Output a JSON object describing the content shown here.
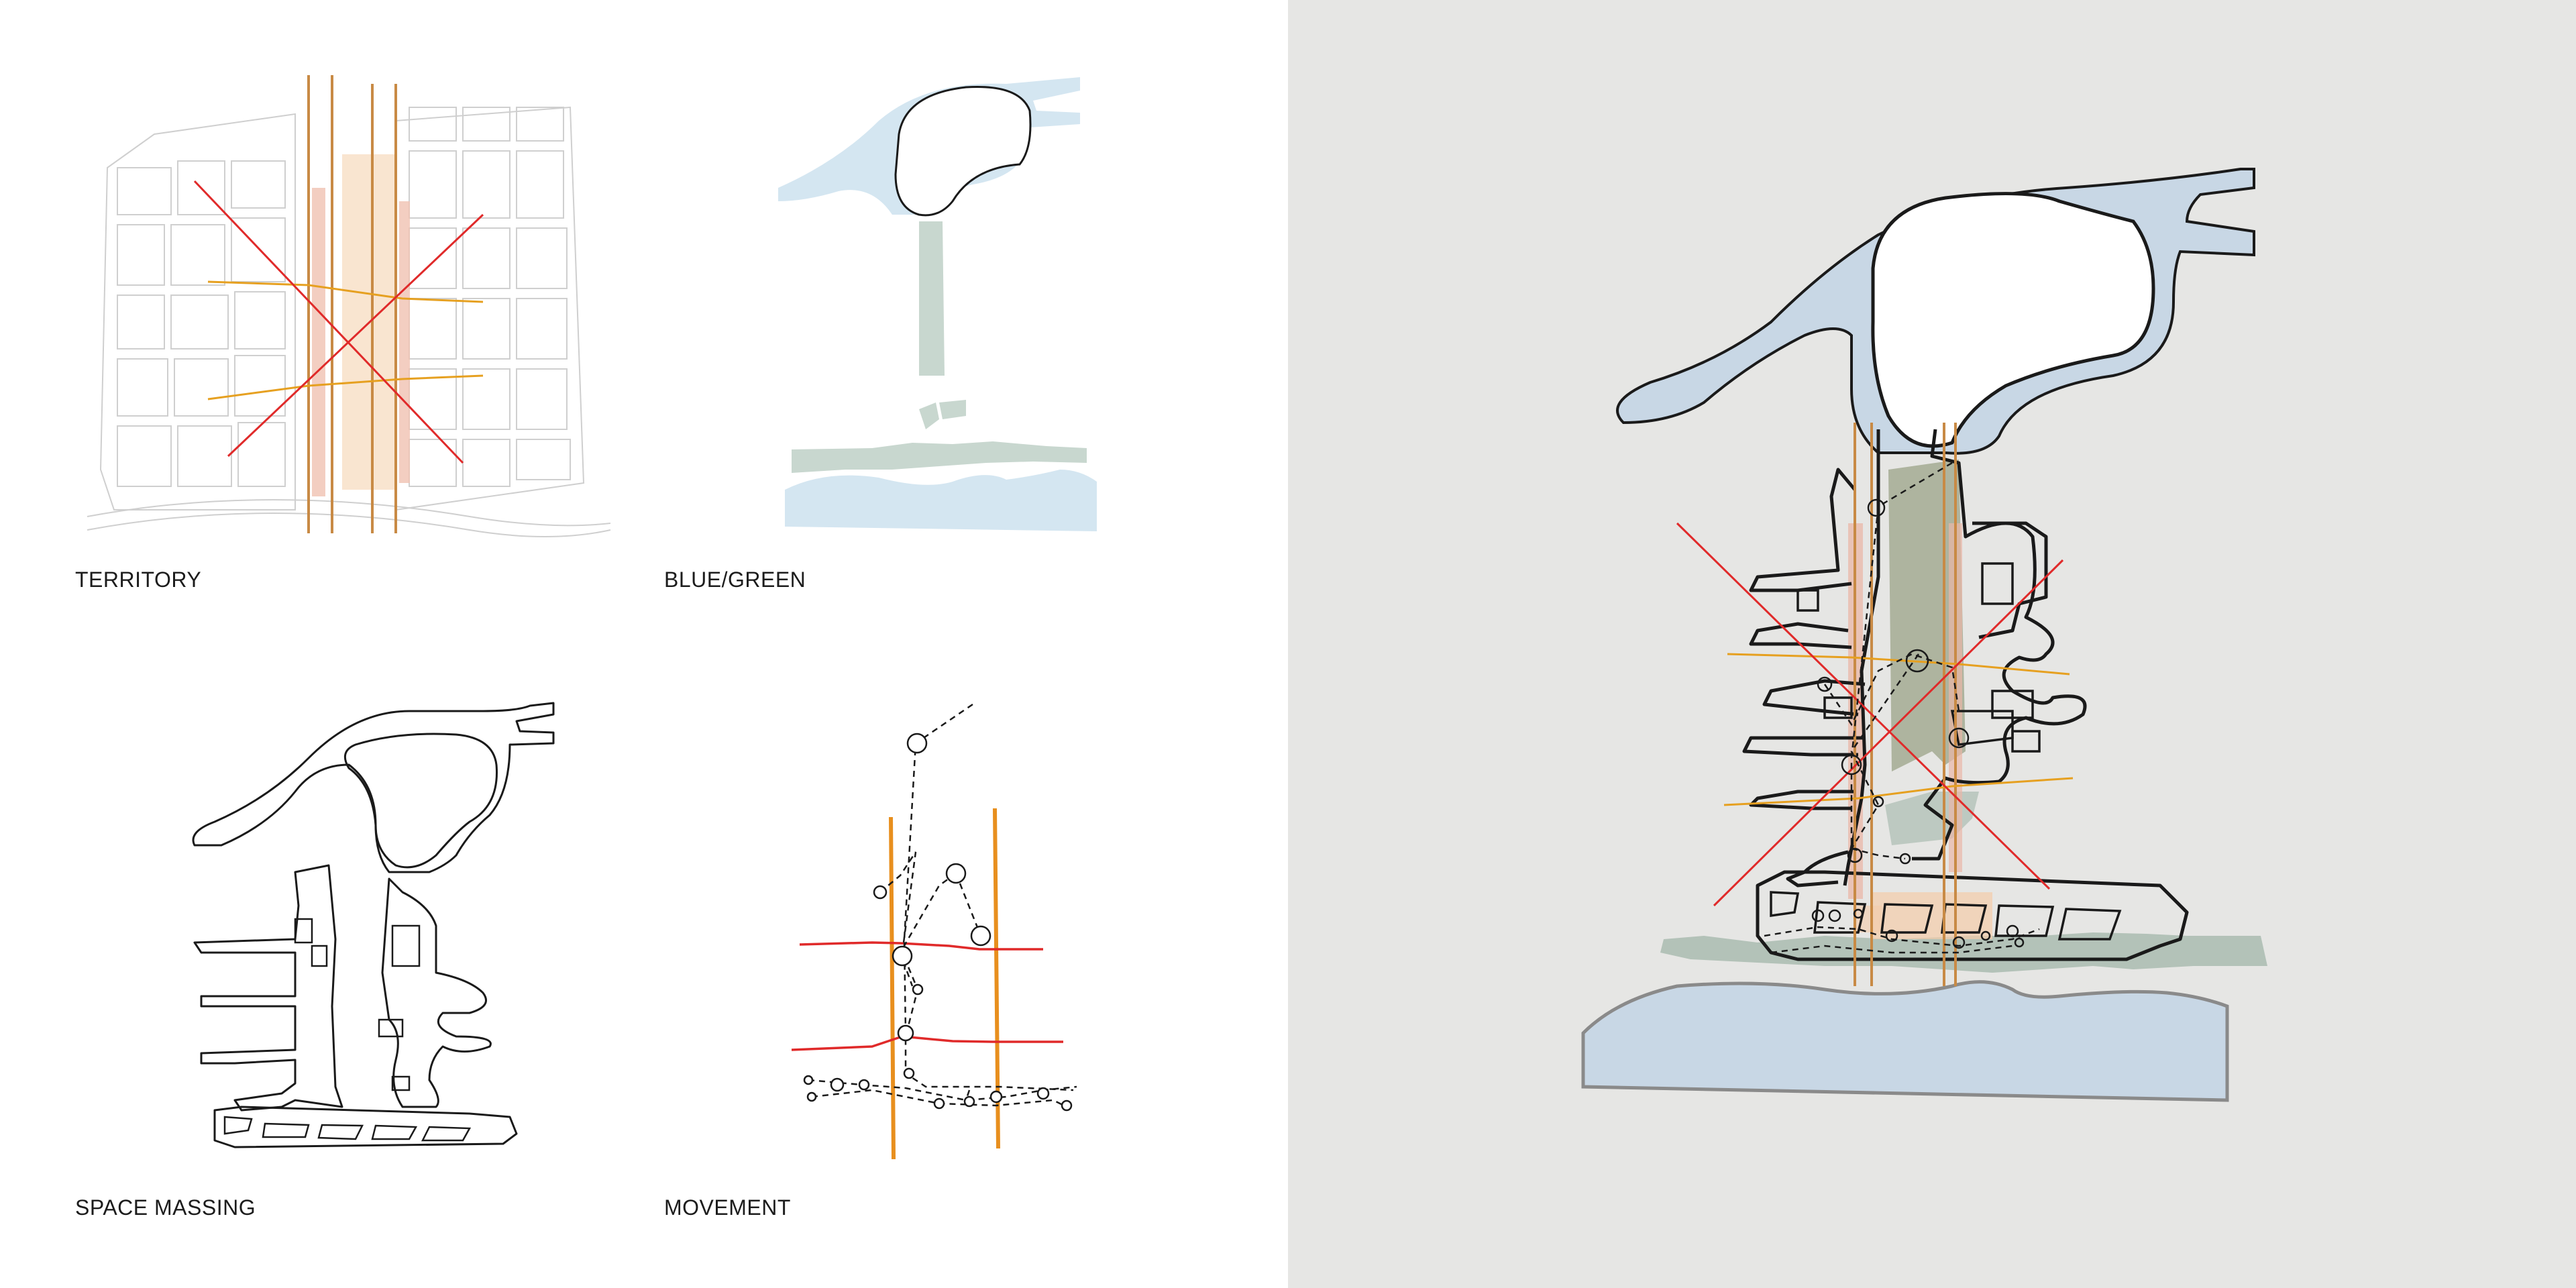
{
  "captions": {
    "territory": "TERRITORY",
    "blue_green": "BLUE/GREEN",
    "space_massing": "SPACE MASSING",
    "movement": "MOVEMENT"
  },
  "colors": {
    "right_background": "#e6e6e4",
    "water": "#cddbe6",
    "green": "#b7c7bd",
    "axis_red": "#e02a2a",
    "axis_orange": "#e88f1e",
    "outline": "#1a1a1a"
  }
}
